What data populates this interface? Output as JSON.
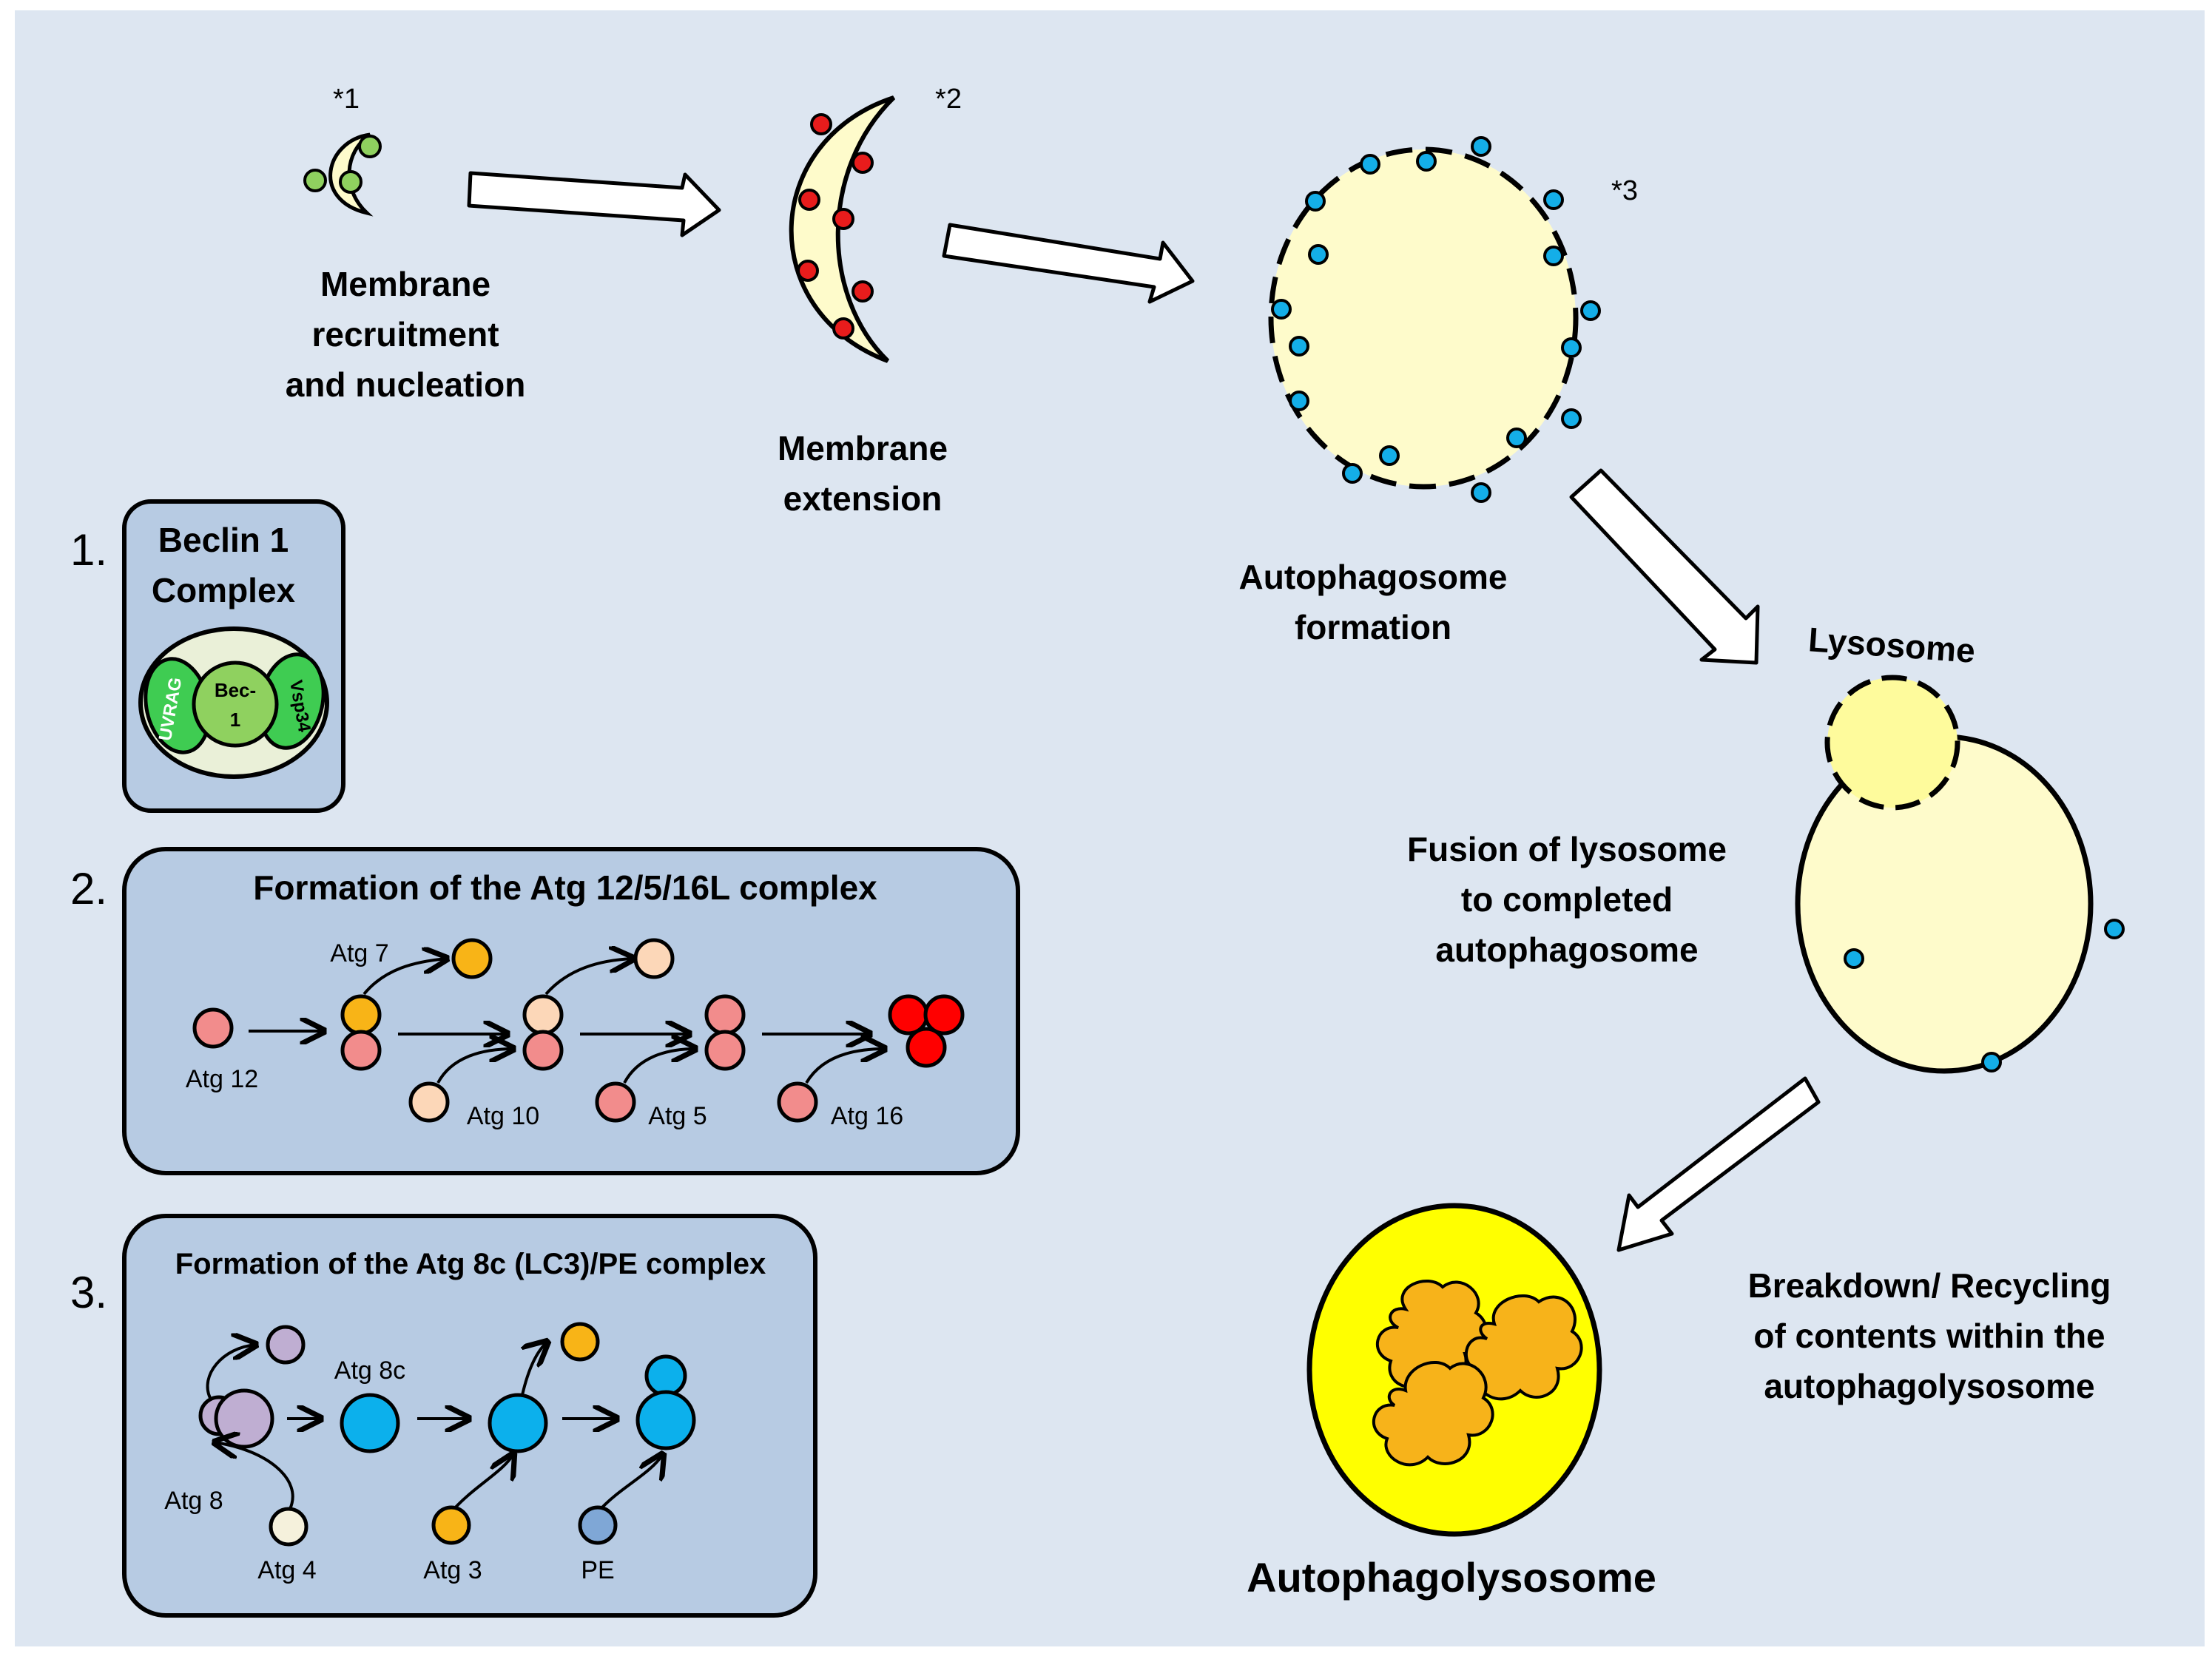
{
  "stages": {
    "nucleation": {
      "marker": "*1",
      "label": [
        "Membrane",
        "recruitment",
        "and nucleation"
      ]
    },
    "extension": {
      "marker": "*2",
      "label": [
        "Membrane",
        "extension"
      ]
    },
    "autophagosome": {
      "marker": "*3",
      "label": [
        "Autophagosome",
        "formation"
      ]
    },
    "fusion": {
      "label": [
        "Fusion of lysosome",
        "to completed",
        "autophagosome"
      ]
    },
    "lysosome": {
      "label": "Lysosome"
    },
    "breakdown": {
      "label": [
        "Breakdown/ Recycling",
        "of contents within the",
        "autophagolysosome"
      ]
    },
    "autophagolysosome": {
      "label": "Autophagolysosome"
    }
  },
  "panels": {
    "p1": {
      "number": "1.",
      "title": [
        "Beclin 1",
        "Complex"
      ],
      "proteins": {
        "left": "UVRAG",
        "center": [
          "Bec-",
          "1"
        ],
        "right": "Vsp34"
      }
    },
    "p2": {
      "number": "2.",
      "title": "Formation of the Atg 12/5/16L complex",
      "labels": {
        "atg12": "Atg 12",
        "atg7": "Atg 7",
        "atg10": "Atg 10",
        "atg5": "Atg 5",
        "atg16": "Atg 16"
      }
    },
    "p3": {
      "number": "3.",
      "title": "Formation of the Atg 8c (LC3)/PE complex",
      "labels": {
        "atg8": "Atg 8",
        "atg8c": "Atg 8c",
        "atg4": "Atg 4",
        "atg3": "Atg 3",
        "pe": "PE"
      }
    }
  },
  "colors": {
    "background": "#dde6f1",
    "panel_fill": "#b7cbe3",
    "membrane_fill": "#fefbcb",
    "lysosome_fill": "#fefb9c",
    "autophagolysosome_fill": "#ffff00",
    "cargo": "#f7b31a",
    "dot_green": "#8fd15f",
    "dot_red": "#e81c1c",
    "dot_blue": "#14aee8",
    "atg12_pink": "#f28c8c",
    "atg7_orange": "#f8b417",
    "atg10_peach": "#fcd7b8",
    "atg16_red": "#ff0000",
    "atg8_lilac": "#bfaed2",
    "atg4_cream": "#f5f1dc",
    "atg8c_blue": "#0cb0ec",
    "pe_blue": "#7fa7d6",
    "protein_green": "#3fcc52"
  }
}
